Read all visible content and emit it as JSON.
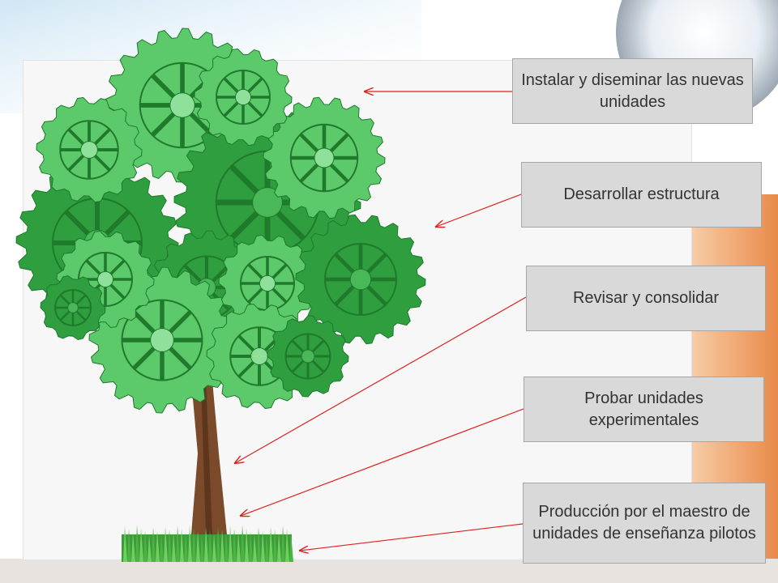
{
  "labels": {
    "step1": "Instalar y diseminar las nuevas unidades",
    "step2": "Desarrollar estructura",
    "step3": "Revisar y consolidar",
    "step4": "Probar unidades experimentales",
    "step5": "Producción por el maestro de unidades de enseñanza pilotos"
  },
  "colors": {
    "gear_dark": "#2e9e3e",
    "gear_light": "#5cc96a",
    "trunk": "#7a4a2a",
    "grass": "#4bb543",
    "arrow": "#e02020",
    "box_fill": "#d9d9d9"
  }
}
